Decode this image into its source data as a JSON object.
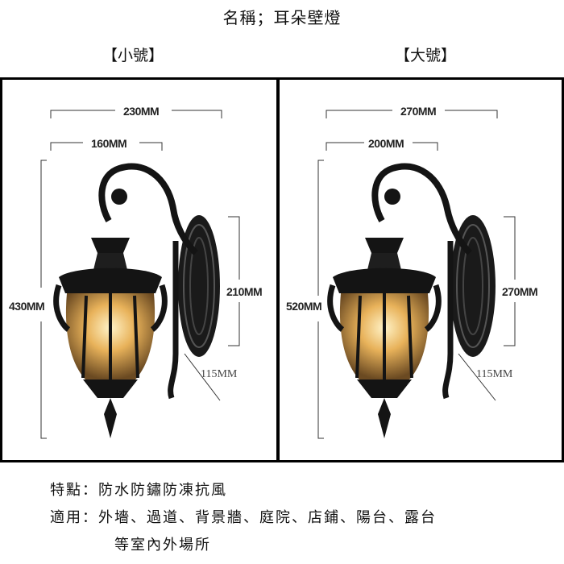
{
  "title": "名稱；耳朵壁燈",
  "sizes": {
    "small": {
      "label": "【小號】",
      "width_total": "230MM",
      "width_lamp": "160MM",
      "height_total": "430MM",
      "height_plate": "210MM",
      "depth": "115MM"
    },
    "large": {
      "label": "【大號】",
      "width_total": "270MM",
      "width_lamp": "200MM",
      "height_total": "520MM",
      "height_plate": "270MM",
      "depth": "115MM"
    }
  },
  "features": {
    "label": "特點：",
    "value": "防水防鏽防凍抗風"
  },
  "usage": {
    "label": "適用：",
    "line1": "外墻、過道、背景牆、庭院、店鋪、陽台、露台",
    "line2": "等室內外場所"
  },
  "colors": {
    "lamp_metal": "#141414",
    "glass_glow": "#e8b25a"
  }
}
